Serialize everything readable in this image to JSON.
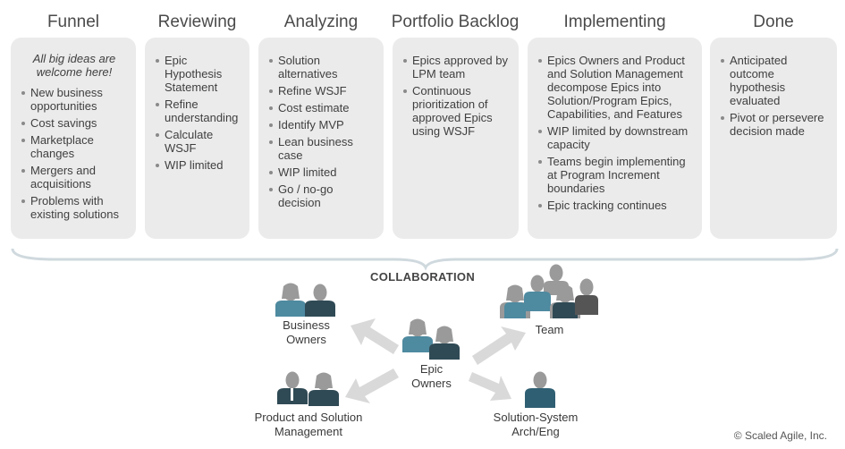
{
  "columns": [
    {
      "title": "Funnel",
      "intro": "All big ideas are welcome here!",
      "items": [
        "New business opportunities",
        "Cost savings",
        "Marketplace changes",
        "Mergers and acquisitions",
        "Problems with existing solutions"
      ]
    },
    {
      "title": "Reviewing",
      "items": [
        "Epic Hypothesis Statement",
        "Refine understanding",
        "Calculate WSJF",
        "WIP limited"
      ]
    },
    {
      "title": "Analyzing",
      "items": [
        "Solution alternatives",
        "Refine WSJF",
        "Cost estimate",
        "Identify MVP",
        "Lean business case",
        "WIP limited",
        "Go / no-go decision"
      ]
    },
    {
      "title": "Portfolio Backlog",
      "items": [
        "Epics approved by LPM team",
        "Continuous prioritization of approved Epics using WSJF"
      ]
    },
    {
      "title": "Implementing",
      "items": [
        "Epics Owners and Product and Solution Management decompose Epics into Solution/Program Epics, Capabilities, and Features",
        "WIP limited by downstream capacity",
        "Teams begin implementing at Program Increment boundaries",
        "Epic tracking continues"
      ]
    },
    {
      "title": "Done",
      "items": [
        "Anticipated outcome hypothesis evaluated",
        "Pivot or persevere decision made"
      ]
    }
  ],
  "collaboration": {
    "title": "COLLABORATION",
    "center": "Epic Owners",
    "business_owners": "Business Owners",
    "product_solution": "Product and Solution Management",
    "team": "Team",
    "architect": "Solution-System Arch/Eng"
  },
  "copyright": "© Scaled Agile, Inc.",
  "colors": {
    "box_bg": "#ebebeb",
    "teal": "#4e8aa0",
    "dark_slate": "#2f4a55",
    "gray_person": "#9a9a9a",
    "arrow": "#d9d9d9"
  }
}
